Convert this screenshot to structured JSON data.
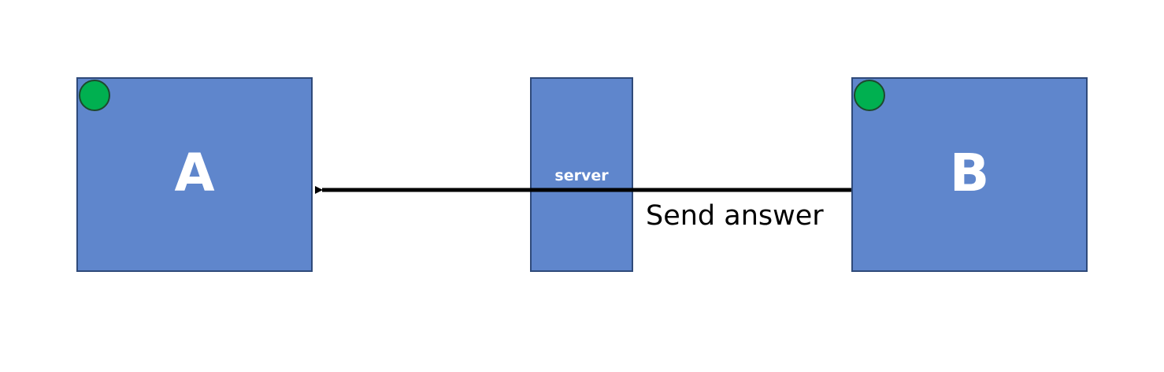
{
  "colors": {
    "node_fill": "#5f86cc",
    "status_dot": "#00b050",
    "arrow": "#000000"
  },
  "nodes": {
    "a": {
      "label": "A",
      "status_icon": "green-dot-icon"
    },
    "server": {
      "label": "server"
    },
    "b": {
      "label": "B",
      "status_icon": "green-dot-icon"
    }
  },
  "edges": [
    {
      "from": "B",
      "to": "A",
      "label": "Send answer",
      "arrowhead": "arrow-left-icon"
    }
  ]
}
